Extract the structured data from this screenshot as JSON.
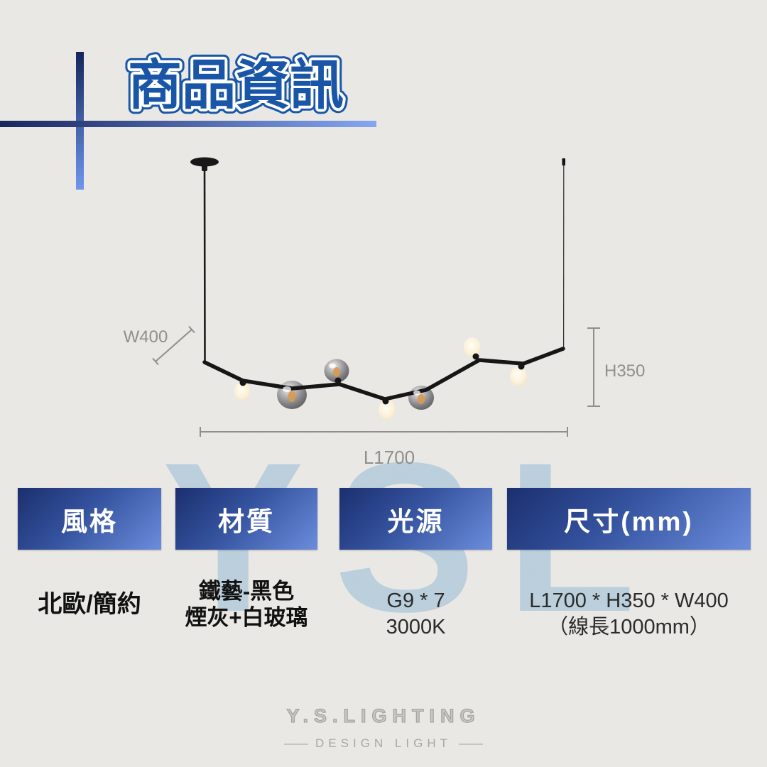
{
  "title": {
    "text": "商品資訊"
  },
  "diagram": {
    "w_label": "W400",
    "h_label": "H350",
    "l_label": "L1700"
  },
  "specs": [
    {
      "label": "風格",
      "value_lines": [
        "北歐/簡約"
      ]
    },
    {
      "label": "材質",
      "value_lines": [
        "鐵藝-黑色",
        "煙灰+白玻璃"
      ]
    },
    {
      "label": "光源",
      "value_lines": [
        "G9 * 7",
        "3000K"
      ]
    },
    {
      "label": "尺寸(mm)",
      "value_lines": [
        "L1700 * H350 * W400",
        "（線長1000mm）"
      ]
    }
  ],
  "watermark": {
    "text": "YSL"
  },
  "footer": {
    "brand": "Y.S.LIGHTING",
    "tagline": "DESIGN LIGHT",
    "dash": "——"
  },
  "colors": {
    "accent_blue": "#1a56a8",
    "header_gradient_start": "#1b2f6e",
    "header_gradient_end": "#6b8ddc",
    "dimension_gray": "#8f8f8d",
    "lamp_black": "#1a1a1a",
    "watermark_blue": "#8db5d4",
    "background": "#ebeae6"
  }
}
